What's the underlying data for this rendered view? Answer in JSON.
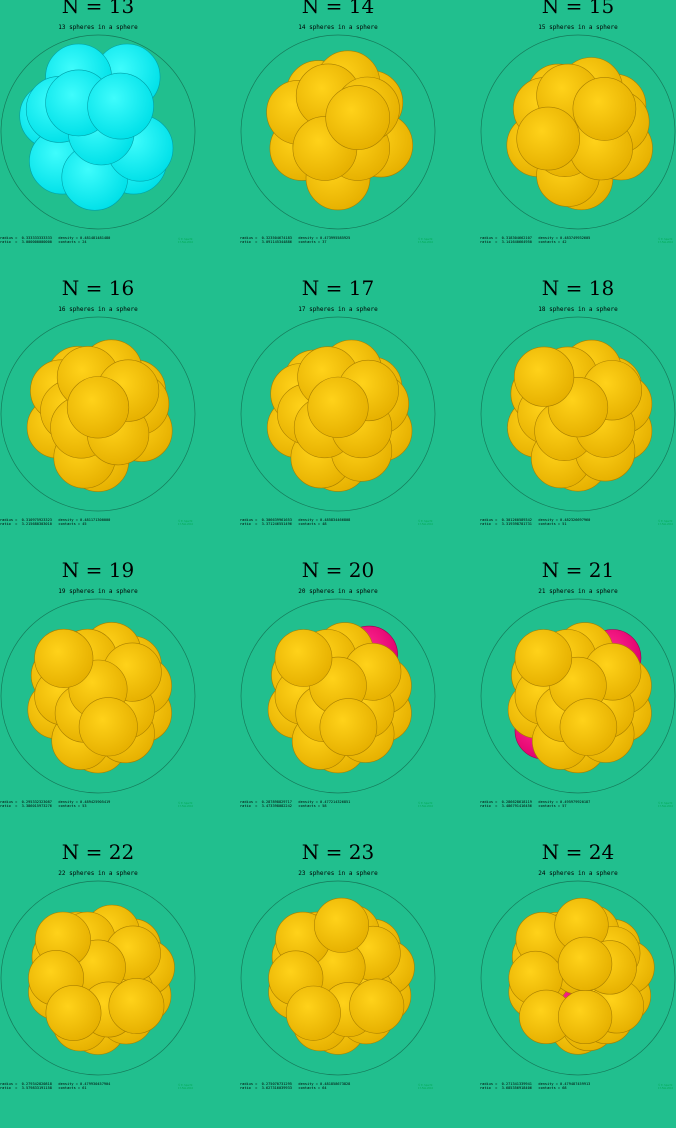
{
  "colors": {
    "background": "#21bf8e",
    "sphere_gold": "#f5c400",
    "sphere_gold_edge": "#a97f00",
    "sphere_magenta": "#f00e7c",
    "sphere_cyan": "#12f2f2",
    "boundary": "#167a5a"
  },
  "panels": [
    {
      "title": "N = 13",
      "subtitle": "13 spheres in a sphere",
      "line1": "radius =  0.333333333333   density = 0.481481481480",
      "line2": "ratio  =  3.000000000000   contacts = 24",
      "tiny": "© E. Specht\n17-Feb-2016",
      "theme": "cyan",
      "spheres": [
        [
          0.0,
          0.3,
          "c"
        ],
        [
          0.45,
          0.85,
          "c"
        ],
        [
          0.55,
          -0.45,
          "c"
        ],
        [
          -0.7,
          0.25,
          "c"
        ],
        [
          -0.55,
          -0.45,
          "c"
        ],
        [
          -0.3,
          0.85,
          "c"
        ],
        [
          0.1,
          -0.2,
          "m"
        ],
        [
          -0.05,
          -0.7,
          "c"
        ],
        [
          0.65,
          -0.25,
          "c"
        ],
        [
          -0.6,
          0.35,
          "c"
        ],
        [
          0.05,
          0.0,
          "c"
        ],
        [
          -0.3,
          0.45,
          "c"
        ],
        [
          0.35,
          0.4,
          "c"
        ]
      ]
    },
    {
      "title": "N = 14",
      "subtitle": "14 spheres in a sphere",
      "line1": "radius =  0.323504674183   density = 0.473995585925",
      "line2": "ratio  =  3.091145344886   contacts = 37",
      "tiny": "© E. Specht\n17-Feb-2016",
      "theme": "gold",
      "spheres": [
        [
          0.05,
          0.0,
          "m"
        ],
        [
          -0.3,
          0.6,
          "g"
        ],
        [
          0.5,
          0.45,
          "g"
        ],
        [
          -0.55,
          -0.25,
          "g"
        ],
        [
          0.0,
          -0.7,
          "g"
        ],
        [
          0.65,
          -0.2,
          "g"
        ],
        [
          -0.2,
          -0.2,
          "g"
        ],
        [
          0.3,
          -0.25,
          "g"
        ],
        [
          0.15,
          0.75,
          "g"
        ],
        [
          -0.6,
          0.3,
          "g"
        ],
        [
          -0.15,
          0.55,
          "g"
        ],
        [
          0.45,
          0.35,
          "g"
        ],
        [
          -0.2,
          -0.25,
          "g"
        ],
        [
          0.3,
          0.22,
          "g"
        ]
      ]
    },
    {
      "title": "N = 15",
      "subtitle": "15 spheres in a sphere",
      "line1": "radius =  0.318304662107   density = 0.483749932605",
      "line2": "ratio  =  3.141640664950   contacts = 42",
      "tiny": "© E. Specht\n17-Feb-2016",
      "theme": "gold",
      "spheres": [
        [
          0.05,
          -0.05,
          "m"
        ],
        [
          -0.3,
          0.55,
          "g"
        ],
        [
          0.55,
          0.4,
          "g"
        ],
        [
          -0.6,
          -0.2,
          "g"
        ],
        [
          0.05,
          -0.7,
          "g"
        ],
        [
          0.65,
          -0.25,
          "g"
        ],
        [
          -0.5,
          0.35,
          "g"
        ],
        [
          0.2,
          0.65,
          "g"
        ],
        [
          -0.15,
          -0.65,
          "g"
        ],
        [
          0.6,
          0.15,
          "g"
        ],
        [
          -0.2,
          -0.2,
          "g"
        ],
        [
          0.35,
          -0.25,
          "g"
        ],
        [
          -0.15,
          0.55,
          "g"
        ],
        [
          0.4,
          0.35,
          "g"
        ],
        [
          -0.45,
          -0.1,
          "g"
        ]
      ]
    },
    {
      "title": "N = 16",
      "subtitle": "16 spheres in a sphere",
      "line1": "radius =  0.310975923323   density = 0.481171300000",
      "line2": "ratio  =  3.215680303010   contacts = 45",
      "tiny": "© E. Specht\n17-Feb-2016",
      "theme": "gold",
      "spheres": [
        [
          0.05,
          0.0,
          "m"
        ],
        [
          -0.3,
          0.55,
          "g"
        ],
        [
          0.55,
          0.35,
          "g"
        ],
        [
          -0.6,
          -0.2,
          "g"
        ],
        [
          0.0,
          -0.7,
          "g"
        ],
        [
          0.65,
          -0.25,
          "g"
        ],
        [
          -0.55,
          0.35,
          "g"
        ],
        [
          0.2,
          0.65,
          "g"
        ],
        [
          -0.2,
          -0.65,
          "g"
        ],
        [
          0.6,
          0.15,
          "g"
        ],
        [
          -0.4,
          0.05,
          "g"
        ],
        [
          -0.25,
          -0.2,
          "g"
        ],
        [
          0.3,
          -0.3,
          "g"
        ],
        [
          -0.15,
          0.55,
          "g"
        ],
        [
          0.45,
          0.35,
          "g"
        ],
        [
          0.0,
          0.1,
          "g"
        ]
      ]
    },
    {
      "title": "N = 17",
      "subtitle": "17 spheres in a sphere",
      "line1": "radius =  0.306639961653   density = 0.485834466808",
      "line2": "ratio  =  3.371246551496   contacts = 48",
      "tiny": "© E. Specht\n17-Feb-2016",
      "theme": "gold",
      "spheres": [
        [
          0.0,
          0.0,
          "m"
        ],
        [
          -0.35,
          0.5,
          "g"
        ],
        [
          0.5,
          0.4,
          "g"
        ],
        [
          -0.6,
          -0.2,
          "g"
        ],
        [
          0.0,
          -0.7,
          "g"
        ],
        [
          0.65,
          -0.25,
          "g"
        ],
        [
          -0.55,
          0.3,
          "g"
        ],
        [
          0.2,
          0.65,
          "g"
        ],
        [
          -0.25,
          -0.65,
          "g"
        ],
        [
          0.6,
          0.15,
          "g"
        ],
        [
          -0.45,
          0.0,
          "g"
        ],
        [
          0.35,
          -0.55,
          "g"
        ],
        [
          -0.2,
          -0.2,
          "g"
        ],
        [
          0.35,
          -0.2,
          "g"
        ],
        [
          -0.15,
          0.55,
          "g"
        ],
        [
          0.45,
          0.35,
          "g"
        ],
        [
          0.0,
          0.1,
          "g"
        ]
      ]
    },
    {
      "title": "N = 18",
      "subtitle": "18 spheres in a sphere",
      "line1": "radius =  0.301260589342   density = 0.482326697960",
      "line2": "ratio  =  3.319398781731   contacts = 51",
      "tiny": "© E. Specht\n17-Feb-2016",
      "theme": "gold",
      "spheres": [
        [
          0.05,
          0.05,
          "m"
        ],
        [
          -0.35,
          0.5,
          "g"
        ],
        [
          0.5,
          0.4,
          "g"
        ],
        [
          -0.6,
          -0.2,
          "g"
        ],
        [
          0.0,
          -0.7,
          "g"
        ],
        [
          0.65,
          -0.25,
          "g"
        ],
        [
          -0.55,
          0.3,
          "g"
        ],
        [
          0.2,
          0.65,
          "g"
        ],
        [
          -0.25,
          -0.65,
          "g"
        ],
        [
          0.65,
          0.15,
          "g"
        ],
        [
          -0.45,
          0.0,
          "g"
        ],
        [
          0.4,
          -0.55,
          "g"
        ],
        [
          -0.2,
          -0.25,
          "g"
        ],
        [
          0.4,
          -0.2,
          "g"
        ],
        [
          -0.15,
          0.55,
          "g"
        ],
        [
          0.5,
          0.35,
          "g"
        ],
        [
          0.0,
          0.1,
          "g"
        ],
        [
          -0.5,
          0.55,
          "g"
        ]
      ]
    },
    {
      "title": "N = 19",
      "subtitle": "19 spheres in a sphere",
      "line1": "radius =  0.295332323087   density = 0.489425905419",
      "line2": "ratio  =  3.386015973276   contacts = 53",
      "tiny": "© E. Specht\n17-Feb-2016",
      "theme": "gold",
      "spheres": [
        [
          0.0,
          0.0,
          "m"
        ],
        [
          -0.3,
          0.5,
          "g"
        ],
        [
          0.5,
          0.45,
          "g"
        ],
        [
          -0.6,
          -0.2,
          "g"
        ],
        [
          0.0,
          -0.7,
          "g"
        ],
        [
          0.65,
          -0.25,
          "g"
        ],
        [
          -0.55,
          0.3,
          "g"
        ],
        [
          0.2,
          0.65,
          "g"
        ],
        [
          -0.25,
          -0.65,
          "g"
        ],
        [
          0.65,
          0.15,
          "g"
        ],
        [
          -0.5,
          0.0,
          "g"
        ],
        [
          0.4,
          -0.55,
          "g"
        ],
        [
          -0.2,
          -0.25,
          "g"
        ],
        [
          0.4,
          -0.2,
          "g"
        ],
        [
          -0.15,
          0.55,
          "g"
        ],
        [
          0.5,
          0.35,
          "g"
        ],
        [
          0.0,
          0.1,
          "g"
        ],
        [
          -0.5,
          0.55,
          "g"
        ],
        [
          0.15,
          -0.45,
          "g"
        ]
      ]
    },
    {
      "title": "N = 20",
      "subtitle": "20 spheres in a sphere",
      "line1": "radius =  0.287898829717   density = 0.477214326851",
      "line2": "ratio  =  3.473398082242   contacts = 58",
      "tiny": "© E. Specht\n17-Feb-2016",
      "theme": "gold",
      "spheres": [
        [
          0.05,
          -0.05,
          "m"
        ],
        [
          0.45,
          0.6,
          "m"
        ],
        [
          -0.3,
          0.5,
          "g"
        ],
        [
          0.5,
          0.3,
          "g"
        ],
        [
          -0.6,
          -0.2,
          "g"
        ],
        [
          0.0,
          -0.7,
          "g"
        ],
        [
          0.65,
          -0.25,
          "g"
        ],
        [
          -0.55,
          0.3,
          "g"
        ],
        [
          0.1,
          0.65,
          "g"
        ],
        [
          -0.25,
          -0.65,
          "g"
        ],
        [
          0.65,
          0.15,
          "g"
        ],
        [
          -0.5,
          0.0,
          "g"
        ],
        [
          0.4,
          -0.55,
          "g"
        ],
        [
          -0.2,
          -0.25,
          "g"
        ],
        [
          0.4,
          -0.2,
          "g"
        ],
        [
          -0.15,
          0.55,
          "g"
        ],
        [
          0.5,
          0.35,
          "g"
        ],
        [
          0.0,
          0.15,
          "g"
        ],
        [
          -0.5,
          0.55,
          "g"
        ],
        [
          0.15,
          -0.45,
          "g"
        ]
      ]
    },
    {
      "title": "N = 21",
      "subtitle": "21 spheres in a sphere",
      "line1": "radius =  0.286628618119   density = 0.495979920187",
      "line2": "ratio  =  3.486791416456   contacts = 57",
      "tiny": "© E. Specht\n17-Feb-2016",
      "theme": "gold",
      "spheres": [
        [
          0.0,
          0.0,
          "m"
        ],
        [
          0.5,
          0.55,
          "m"
        ],
        [
          -0.5,
          -0.5,
          "m"
        ],
        [
          -0.3,
          0.5,
          "g"
        ],
        [
          0.5,
          0.3,
          "g"
        ],
        [
          -0.6,
          -0.2,
          "g"
        ],
        [
          0.0,
          -0.7,
          "g"
        ],
        [
          0.65,
          -0.25,
          "g"
        ],
        [
          -0.55,
          0.3,
          "g"
        ],
        [
          0.1,
          0.65,
          "g"
        ],
        [
          -0.25,
          -0.65,
          "g"
        ],
        [
          0.65,
          0.15,
          "g"
        ],
        [
          -0.5,
          0.0,
          "g"
        ],
        [
          0.4,
          -0.55,
          "g"
        ],
        [
          -0.2,
          -0.25,
          "g"
        ],
        [
          0.4,
          -0.2,
          "g"
        ],
        [
          -0.15,
          0.55,
          "g"
        ],
        [
          0.5,
          0.35,
          "g"
        ],
        [
          0.0,
          0.15,
          "g"
        ],
        [
          -0.5,
          0.55,
          "g"
        ],
        [
          0.15,
          -0.45,
          "g"
        ]
      ]
    },
    {
      "title": "N = 22",
      "subtitle": "22 spheres in a sphere",
      "line1": "radius =  0.279342820818   density = 0.479930457904",
      "line2": "ratio  =  3.579833191158   contacts = 61",
      "tiny": "© E. Specht\n17-Feb-2016",
      "theme": "gold",
      "spheres": [
        [
          0.0,
          0.0,
          "m"
        ],
        [
          -0.3,
          0.55,
          "g"
        ],
        [
          0.5,
          0.45,
          "g"
        ],
        [
          -0.6,
          -0.2,
          "g"
        ],
        [
          0.0,
          -0.7,
          "g"
        ],
        [
          0.65,
          -0.25,
          "g"
        ],
        [
          -0.55,
          0.3,
          "g"
        ],
        [
          0.2,
          0.65,
          "g"
        ],
        [
          -0.25,
          -0.65,
          "g"
        ],
        [
          0.7,
          0.15,
          "g"
        ],
        [
          -0.5,
          0.0,
          "g"
        ],
        [
          0.4,
          -0.55,
          "g"
        ],
        [
          -0.2,
          -0.25,
          "g"
        ],
        [
          0.4,
          -0.2,
          "g"
        ],
        [
          -0.15,
          0.55,
          "g"
        ],
        [
          0.5,
          0.35,
          "g"
        ],
        [
          0.0,
          0.15,
          "g"
        ],
        [
          -0.5,
          0.55,
          "g"
        ],
        [
          0.15,
          -0.45,
          "g"
        ],
        [
          -0.6,
          0.0,
          "g"
        ],
        [
          -0.35,
          -0.5,
          "g"
        ],
        [
          0.55,
          -0.4,
          "g"
        ]
      ]
    },
    {
      "title": "N = 23",
      "subtitle": "23 spheres in a sphere",
      "line1": "radius =  0.275070731295   density = 0.481858673828",
      "line2": "ratio  =  3.627316039933   contacts = 64",
      "tiny": "© E. Specht\n17-Feb-2016",
      "theme": "gold",
      "spheres": [
        [
          0.0,
          0.0,
          "m"
        ],
        [
          -0.3,
          0.55,
          "g"
        ],
        [
          0.5,
          0.45,
          "g"
        ],
        [
          -0.6,
          -0.2,
          "g"
        ],
        [
          0.0,
          -0.7,
          "g"
        ],
        [
          0.65,
          -0.25,
          "g"
        ],
        [
          -0.55,
          0.3,
          "g"
        ],
        [
          0.2,
          0.65,
          "g"
        ],
        [
          -0.25,
          -0.65,
          "g"
        ],
        [
          0.7,
          0.15,
          "g"
        ],
        [
          -0.5,
          0.0,
          "g"
        ],
        [
          0.4,
          -0.55,
          "g"
        ],
        [
          -0.2,
          -0.25,
          "g"
        ],
        [
          0.4,
          -0.2,
          "g"
        ],
        [
          -0.15,
          0.55,
          "g"
        ],
        [
          0.5,
          0.35,
          "g"
        ],
        [
          0.0,
          0.15,
          "g"
        ],
        [
          -0.5,
          0.55,
          "g"
        ],
        [
          0.15,
          -0.45,
          "g"
        ],
        [
          -0.6,
          0.0,
          "g"
        ],
        [
          -0.35,
          -0.5,
          "g"
        ],
        [
          0.55,
          -0.4,
          "g"
        ],
        [
          0.05,
          0.75,
          "g"
        ]
      ]
    },
    {
      "title": "N = 24",
      "subtitle": "24 spheres in a sphere",
      "line1": "radius =  0.271341339941   density = 0.479487459913",
      "line2": "ratio  =  3.685356918406   contacts = 68",
      "tiny": "© E. Specht\n17-Feb-2016",
      "theme": "gold",
      "spheres": [
        [
          -0.25,
          -0.35,
          "m"
        ],
        [
          -0.3,
          0.55,
          "g"
        ],
        [
          0.5,
          0.45,
          "g"
        ],
        [
          -0.6,
          -0.2,
          "g"
        ],
        [
          0.0,
          -0.7,
          "g"
        ],
        [
          0.65,
          -0.25,
          "g"
        ],
        [
          -0.55,
          0.3,
          "g"
        ],
        [
          0.2,
          0.65,
          "g"
        ],
        [
          0.15,
          -0.65,
          "g"
        ],
        [
          0.7,
          0.15,
          "g"
        ],
        [
          -0.5,
          0.0,
          "g"
        ],
        [
          0.4,
          -0.55,
          "g"
        ],
        [
          0.35,
          -0.2,
          "g"
        ],
        [
          -0.15,
          0.55,
          "g"
        ],
        [
          0.5,
          0.35,
          "g"
        ],
        [
          0.0,
          0.15,
          "g"
        ],
        [
          -0.5,
          0.55,
          "g"
        ],
        [
          -0.6,
          0.0,
          "g"
        ],
        [
          0.55,
          -0.4,
          "g"
        ],
        [
          0.05,
          0.75,
          "g"
        ],
        [
          -0.45,
          -0.55,
          "g"
        ],
        [
          0.1,
          -0.55,
          "g"
        ],
        [
          0.45,
          0.15,
          "g"
        ],
        [
          0.1,
          0.2,
          "g"
        ]
      ]
    }
  ]
}
